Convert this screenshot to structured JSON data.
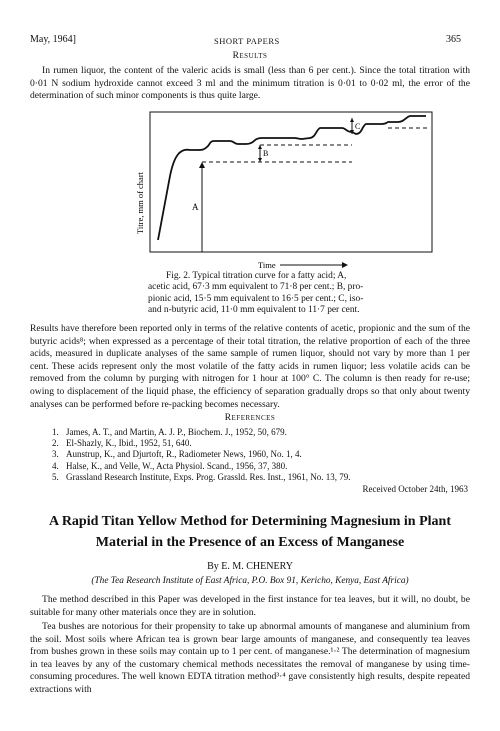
{
  "header": {
    "date": "May, 1964]",
    "section": "SHORT PAPERS",
    "page_number": "365"
  },
  "results_heading": "Results",
  "para1": "In rumen liquor, the content of the valeric acids is small (less than 6 per cent.). Since the total titration with 0·01 N sodium hydroxide cannot exceed 3 ml and the minimum titration is 0·01 to 0·02 ml, the error of the determination of such minor components is thus quite large.",
  "figure": {
    "ylabel": "Titre, mm of chart",
    "xlabel": "Time",
    "label_a": "A",
    "label_b": "B",
    "label_c": "C"
  },
  "caption": {
    "lines": [
      "Fig. 2.  Typical titration curve for a fatty acid; A,",
      "acetic acid, 67·3 mm equivalent to 71·8 per cent.; B, pro-",
      "pionic acid, 15·5 mm equivalent to 16·5 per cent.; C, iso-",
      "and n-butyric acid, 11·0 mm equivalent to 11·7 per cent."
    ]
  },
  "para2": "Results have therefore been reported only in terms of the relative contents of acetic, propionic and the sum of the butyric acids⁸; when expressed as a percentage of their total titration, the relative proportion of each of the three acids, measured in duplicate analyses of the same sample of rumen liquor, should not vary by more than 1 per cent. These acids represent only the most volatile of the fatty acids in rumen liquor; less volatile acids can be removed from the column by purging with nitrogen for 1 hour at 100° C. The column is then ready for re-use; owing to displacement of the liquid phase, the efficiency of separation gradually drops so that only about twenty analyses can be performed before re-packing becomes necessary.",
  "references_heading": "References",
  "references": [
    {
      "num": "1.",
      "text": "James, A. T., and Martin, A. J. P., Biochem. J., 1952, 50, 679."
    },
    {
      "num": "2.",
      "text": "El-Shazly, K., Ibid., 1952, 51, 640."
    },
    {
      "num": "3.",
      "text": "Aunstrup, K., and Djurtoft, R., Radiometer News, 1960, No. 1, 4."
    },
    {
      "num": "4.",
      "text": "Halse, K., and Velle, W., Acta Physiol. Scand., 1956, 37, 380."
    },
    {
      "num": "5.",
      "text": "Grassland Research Institute, Exps. Prog. Grassld. Res. Inst., 1961, No. 13, 79."
    }
  ],
  "received": "Received October 24th, 1963",
  "article": {
    "title_line1": "A Rapid Titan Yellow Method for Determining Magnesium in Plant",
    "title_line2": "Material in the Presence of an Excess of Manganese",
    "byline": "By E. M. CHENERY",
    "affiliation": "(The Tea Research Institute of East Africa, P.O. Box 91, Kericho, Kenya, East Africa)",
    "para1": "The method described in this Paper was developed in the first instance for tea leaves, but it will, no doubt, be suitable for many other materials once they are in solution.",
    "para2": "Tea bushes are notorious for their propensity to take up abnormal amounts of manganese and aluminium from the soil. Most soils where African tea is grown bear large amounts of manganese, and consequently tea leaves from bushes grown in these soils may contain up to 1 per cent. of manganese.¹·² The determination of magnesium in tea leaves by any of the customary chemical methods necessitates the removal of manganese by using time-consuming procedures. The well known EDTA titration method³·⁴ gave consistently high results, despite repeated extractions with"
  }
}
